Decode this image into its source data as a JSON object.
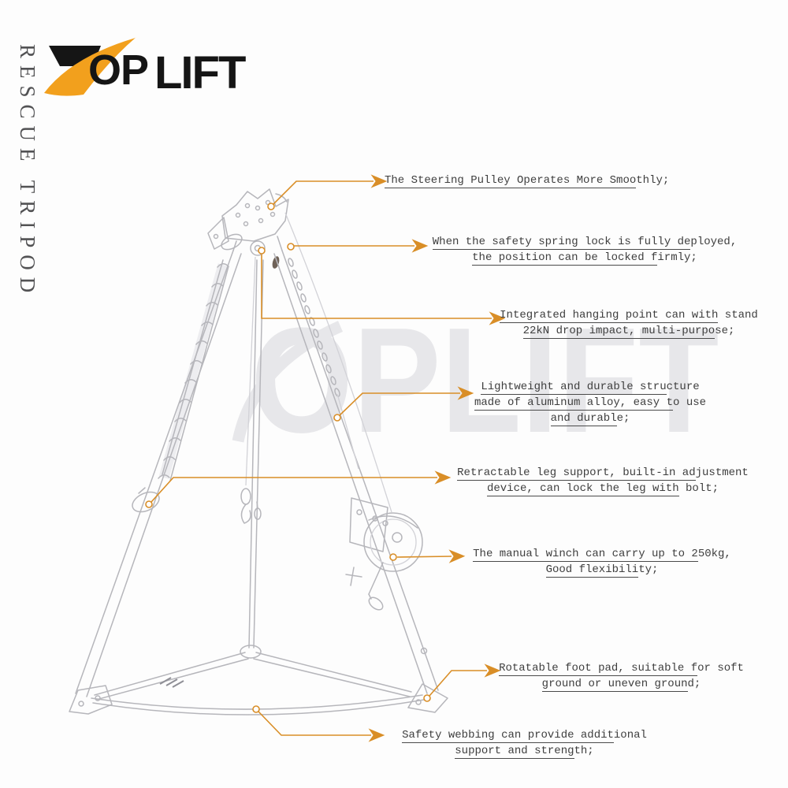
{
  "brand": {
    "op": "OP",
    "lift": "LIFT",
    "orange": "#F2A01D",
    "black": "#151515"
  },
  "side_label": {
    "text": "RESCUE TRIPOD"
  },
  "watermark": {
    "text": "OPLIFT"
  },
  "colors": {
    "leader": "#D98E27",
    "annotation_text": "#3E3E3E",
    "sketch": "#B6B6BB"
  },
  "annotations": [
    {
      "id": "steering-pulley",
      "lines": [
        {
          "u": "The Steering Pulley Operates More Smoo",
          "rest": "thly;"
        }
      ]
    },
    {
      "id": "safety-spring-lock",
      "lines": [
        {
          "u": "When the safety spring lock is fully de",
          "rest": "ployed,"
        },
        {
          "u": "the position can be locked f",
          "rest": "irmly;"
        }
      ]
    },
    {
      "id": "hanging-point",
      "lines": [
        {
          "u": "Integrated hanging point can with",
          "rest": " stand"
        },
        {
          "u": "22kN drop impact, multi-purpo",
          "rest": "se;"
        }
      ]
    },
    {
      "id": "structure",
      "lines": [
        {
          "u": "Lightweight and durable stru",
          "rest": "cture"
        },
        {
          "u": "made of aluminum alloy, easy t",
          "rest": "o use"
        },
        {
          "u": "and durabl",
          "rest": "e;"
        }
      ]
    },
    {
      "id": "leg-support",
      "lines": [
        {
          "u": "Retractable leg support, built-in ad",
          "rest": "justment"
        },
        {
          "u": "device, can lock the leg with",
          "rest": " bolt;"
        }
      ]
    },
    {
      "id": "manual-winch",
      "lines": [
        {
          "u": "The manual winch can carry up to 2",
          "rest": "50kg,"
        },
        {
          "u": "Good flexibili",
          "rest": "ty;"
        }
      ]
    },
    {
      "id": "foot-pad",
      "lines": [
        {
          "u": "Rotatable foot pad, suitable f",
          "rest": "or soft"
        },
        {
          "u": "ground or uneven groun",
          "rest": "d;"
        }
      ]
    },
    {
      "id": "safety-webbing",
      "lines": [
        {
          "u": "Safety webbing can provide addit",
          "rest": "ional"
        },
        {
          "u": "support and streng",
          "rest": "th;"
        }
      ]
    }
  ]
}
